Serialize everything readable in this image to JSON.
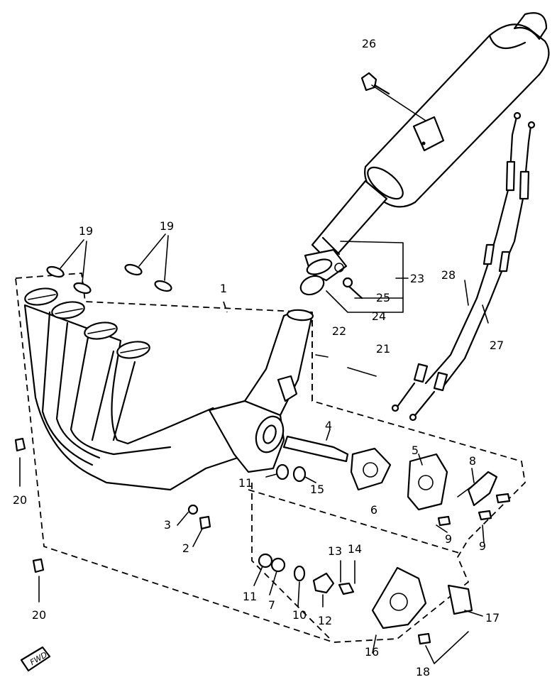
{
  "diagram": {
    "labels": [
      "1",
      "2",
      "3",
      "4",
      "5",
      "6",
      "7",
      "8",
      "9",
      "9",
      "10",
      "11",
      "11",
      "12",
      "13",
      "14",
      "15",
      "16",
      "17",
      "18",
      "19",
      "19",
      "20",
      "20",
      "21",
      "22",
      "23",
      "24",
      "25",
      "26",
      "27",
      "28"
    ],
    "fwd_badge": "FWD"
  }
}
